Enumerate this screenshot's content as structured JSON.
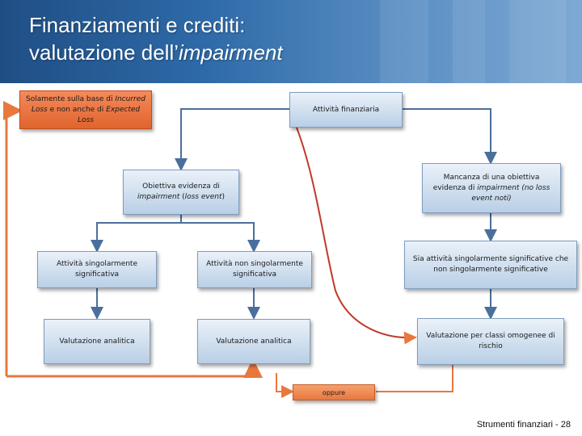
{
  "slide": {
    "title_line1": "Finanziamenti e crediti:",
    "title_line2_plain": "valutazione dell’",
    "title_line2_italic": "impairment",
    "footer": "Strumenti finanziari - 28"
  },
  "boxes": {
    "solamente": {
      "t1": "Solamente sulla base di ",
      "i1": "Incurred Loss",
      "t2": " e non anche di ",
      "i2": "Expected Loss"
    },
    "attivita_finanziaria": "Attività finanziaria",
    "obiettiva": {
      "t1": "Obiettiva evidenza di ",
      "i1": "impairment",
      "t2": " (",
      "i2": "loss event",
      "t3": ")"
    },
    "mancanza": {
      "t1": "Mancanza di una obiettiva evidenza di ",
      "i1": "impairment (no loss event noti)"
    },
    "sing_significativa": "Attività singolarmente significativa",
    "non_sing_significativa": "Attività non singolarmente significativa",
    "sia_attivita": "Sia attività singolarmente significative che non singolarmente significative",
    "val_analitica_1": "Valutazione analitica",
    "val_analitica_2": "Valutazione analitica",
    "val_classi": "Valutazione per classi omogenee di rischio",
    "oppure": "oppure"
  }
}
